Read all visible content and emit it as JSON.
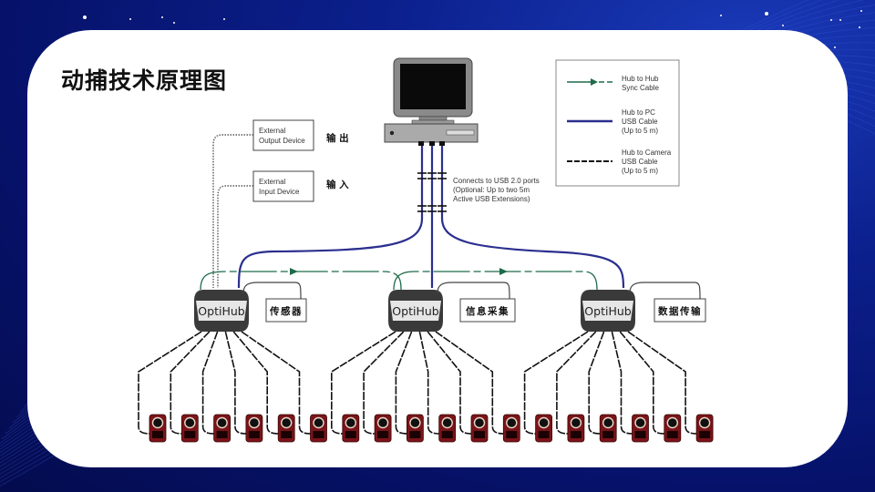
{
  "slide": {
    "title": "动捕技术原理图"
  },
  "diagram": {
    "computer": {
      "label": "PC",
      "usb_note": [
        "Connects to USB 2.0 ports",
        "(Optional: Up to two 5m",
        " Active USB Extensions)"
      ]
    },
    "external_devices": [
      {
        "id": "output",
        "lines": [
          "External",
          "Output Device"
        ],
        "cn_label": "输 出"
      },
      {
        "id": "input",
        "lines": [
          "External",
          "Input Device"
        ],
        "cn_label": "输 入"
      }
    ],
    "hubs": [
      {
        "label": "OptiHub",
        "side_box": "传感器",
        "cameras": 6
      },
      {
        "label": "OptiHub",
        "side_box": "信息采集",
        "cameras": 6
      },
      {
        "label": "OptiHub",
        "side_box": "数据传输",
        "cameras": 6
      }
    ],
    "legend": [
      {
        "type": "sync",
        "lines": [
          "Hub to Hub",
          "Sync Cable"
        ],
        "color": "#1e6b4a"
      },
      {
        "type": "usb-pc",
        "lines": [
          "Hub to PC",
          "USB Cable",
          "(Up to 5 m)"
        ],
        "color": "#2b2f8f"
      },
      {
        "type": "usb-camera",
        "lines": [
          "Hub to Camera",
          "USB Cable",
          "(Up to 5 m)"
        ],
        "color": "#111111"
      }
    ],
    "colors": {
      "sync": "#1e6b4a",
      "usb_pc": "#2b2f8f",
      "camera_body": "#7a1418",
      "hub_dark": "#3a3a3a",
      "hub_light": "#e6e6e6"
    }
  }
}
